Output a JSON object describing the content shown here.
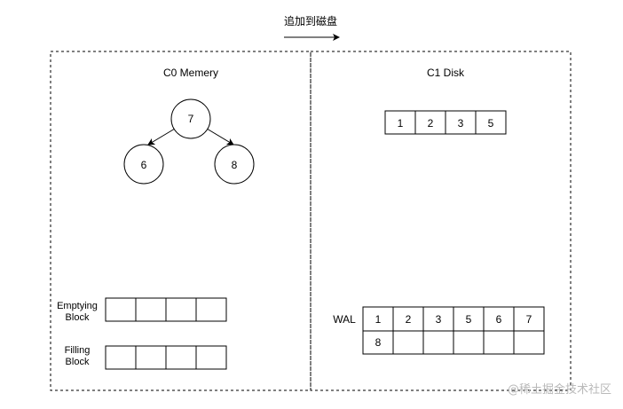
{
  "top_label": "追加到磁盘",
  "memory_panel": {
    "title": "C0 Memery",
    "tree": {
      "root": "7",
      "left": "6",
      "right": "8"
    },
    "emptying_block": {
      "label_line1": "Emptying",
      "label_line2": "Block",
      "cells": [
        "",
        "",
        "",
        ""
      ]
    },
    "filling_block": {
      "label_line1": "Filling",
      "label_line2": "Block",
      "cells": [
        "",
        "",
        "",
        ""
      ]
    }
  },
  "disk_panel": {
    "title": "C1 Disk",
    "sstable": [
      "1",
      "2",
      "3",
      "5"
    ],
    "wal": {
      "label": "WAL",
      "row1": [
        "1",
        "2",
        "3",
        "5",
        "6",
        "7"
      ],
      "row2": [
        "8",
        "",
        "",
        "",
        "",
        ""
      ]
    }
  },
  "watermark": "@稀土掘金技术社区"
}
